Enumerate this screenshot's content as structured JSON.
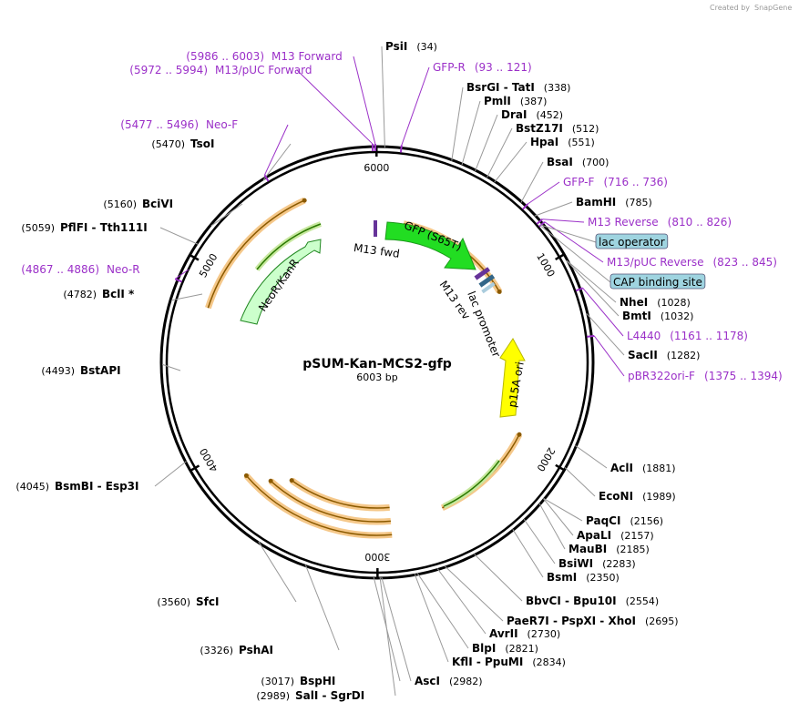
{
  "credit": "Created by",
  "credit_brand": "SnapGene",
  "plasmid": {
    "name": "pSUM-Kan-MCS2-gfp",
    "length": "6003 bp",
    "total_bp": 6003
  },
  "ticks": [
    {
      "bp": 1000,
      "label": "1000"
    },
    {
      "bp": 2000,
      "label": "2000"
    },
    {
      "bp": 3000,
      "label": "3000"
    },
    {
      "bp": 4000,
      "label": "4000"
    },
    {
      "bp": 5000,
      "label": "5000"
    },
    {
      "bp": 6000,
      "label": "6000"
    }
  ],
  "enzymes": [
    {
      "name": "PsiI",
      "pos": "(34)",
      "bp": 34,
      "side": "right"
    },
    {
      "name": "BsrGI  - TatI",
      "pos": "(338)",
      "bp": 338,
      "side": "right"
    },
    {
      "name": "PmlI",
      "pos": "(387)",
      "bp": 387,
      "side": "right"
    },
    {
      "name": "DraI",
      "pos": "(452)",
      "bp": 452,
      "side": "right"
    },
    {
      "name": "BstZ17I",
      "pos": "(512)",
      "bp": 512,
      "side": "right"
    },
    {
      "name": "HpaI",
      "pos": "(551)",
      "bp": 551,
      "side": "right"
    },
    {
      "name": "BsaI",
      "pos": "(700)",
      "bp": 700,
      "side": "right"
    },
    {
      "name": "BamHI",
      "pos": "(785)",
      "bp": 785,
      "side": "right"
    },
    {
      "name": "NheI",
      "pos": "(1028)",
      "bp": 1028,
      "side": "right"
    },
    {
      "name": "BmtI",
      "pos": "(1032)",
      "bp": 1032,
      "side": "right"
    },
    {
      "name": "SacII",
      "pos": "(1282)",
      "bp": 1282,
      "side": "right"
    },
    {
      "name": "AclI",
      "pos": "(1881)",
      "bp": 1881,
      "side": "right"
    },
    {
      "name": "EcoNI",
      "pos": "(1989)",
      "bp": 1989,
      "side": "right"
    },
    {
      "name": "PaqCI",
      "pos": "(2156)",
      "bp": 2156,
      "side": "right"
    },
    {
      "name": "ApaLI",
      "pos": "(2157)",
      "bp": 2157,
      "side": "right"
    },
    {
      "name": "MauBI",
      "pos": "(2185)",
      "bp": 2185,
      "side": "right"
    },
    {
      "name": "BsiWI",
      "pos": "(2283)",
      "bp": 2283,
      "side": "right"
    },
    {
      "name": "BsmI",
      "pos": "(2350)",
      "bp": 2350,
      "side": "right"
    },
    {
      "name": "BbvCI  - Bpu10I",
      "pos": "(2554)",
      "bp": 2554,
      "side": "right"
    },
    {
      "name": "PaeR7I  - PspXI  - XhoI",
      "pos": "(2695)",
      "bp": 2695,
      "side": "right"
    },
    {
      "name": "AvrII",
      "pos": "(2730)",
      "bp": 2730,
      "side": "right"
    },
    {
      "name": "BlpI",
      "pos": "(2821)",
      "bp": 2821,
      "side": "right"
    },
    {
      "name": "KflI  - PpuMI",
      "pos": "(2834)",
      "bp": 2834,
      "side": "right"
    },
    {
      "name": "AscI",
      "pos": "(2982)",
      "bp": 2982,
      "side": "right"
    },
    {
      "name": "SalI  - SgrDI",
      "pos": "(2989)",
      "bp": 2989,
      "side": "left"
    },
    {
      "name": "BspHI",
      "pos": "(3017)",
      "bp": 3017,
      "side": "left"
    },
    {
      "name": "PshAI",
      "pos": "(3326)",
      "bp": 3326,
      "side": "left"
    },
    {
      "name": "SfcI",
      "pos": "(3560)",
      "bp": 3560,
      "side": "left"
    },
    {
      "name": "BsmBI  - Esp3I",
      "pos": "(4045)",
      "bp": 4045,
      "side": "left"
    },
    {
      "name": "BstAPI",
      "pos": "(4493)",
      "bp": 4493,
      "side": "left"
    },
    {
      "name": "BclI *",
      "pos": "(4782)",
      "bp": 4782,
      "side": "left"
    },
    {
      "name": "PflFI  - Tth111I",
      "pos": "(5059)",
      "bp": 5059,
      "side": "left"
    },
    {
      "name": "BciVI",
      "pos": "(5160)",
      "bp": 5160,
      "side": "left"
    },
    {
      "name": "TsoI",
      "pos": "(5470)",
      "bp": 5470,
      "side": "left"
    }
  ],
  "primers": [
    {
      "name": "GFP-R",
      "range": "(93 .. 121)",
      "side": "right",
      "bp_start": 93,
      "bp_end": 121
    },
    {
      "name": "GFP-F",
      "range": "(716 .. 736)",
      "side": "right",
      "bp_start": 716,
      "bp_end": 736
    },
    {
      "name": "M13 Reverse",
      "range": "(810 .. 826)",
      "side": "right",
      "bp_start": 810,
      "bp_end": 826
    },
    {
      "name": "M13/pUC Reverse",
      "range": "(823 .. 845)",
      "side": "right",
      "bp_start": 823,
      "bp_end": 845
    },
    {
      "name": "L4440",
      "range": "(1161 .. 1178)",
      "side": "right",
      "bp_start": 1161,
      "bp_end": 1178
    },
    {
      "name": "pBR322ori-F",
      "range": "(1375 .. 1394)",
      "side": "right",
      "bp_start": 1375,
      "bp_end": 1394
    },
    {
      "name": "Neo-R",
      "range": "(4867 .. 4886)",
      "side": "left",
      "bp_start": 4867,
      "bp_end": 4886
    },
    {
      "name": "Neo-F",
      "range": "(5477 .. 5496)",
      "side": "left",
      "bp_start": 5477,
      "bp_end": 5496
    },
    {
      "name": "M13/pUC Forward",
      "range": "(5972 .. 5994)",
      "side": "left",
      "bp_start": 5972,
      "bp_end": 5994
    },
    {
      "name": "M13 Forward",
      "range": "(5986 .. 6003)",
      "side": "left",
      "bp_start": 5986,
      "bp_end": 6003
    }
  ],
  "boxed_features": [
    {
      "name": "lac operator"
    },
    {
      "name": "CAP binding site"
    }
  ],
  "features": [
    {
      "name": "GFP (S65T)",
      "color": "#22dd22"
    },
    {
      "name": "p15A ori",
      "color": "#ffff00"
    },
    {
      "name": "NeoR/KanR",
      "color": "#ccffcc"
    },
    {
      "name": "lac promoter",
      "color": "#000000"
    },
    {
      "name": "M13 fwd",
      "color": "#663399"
    },
    {
      "name": "M13 rev",
      "color": "#663399"
    }
  ],
  "colors": {
    "primer": "#9b30c8",
    "orf_fill": "#f5c88a",
    "orf_line": "#8b5a00",
    "box_fill": "#9fd4e0"
  }
}
